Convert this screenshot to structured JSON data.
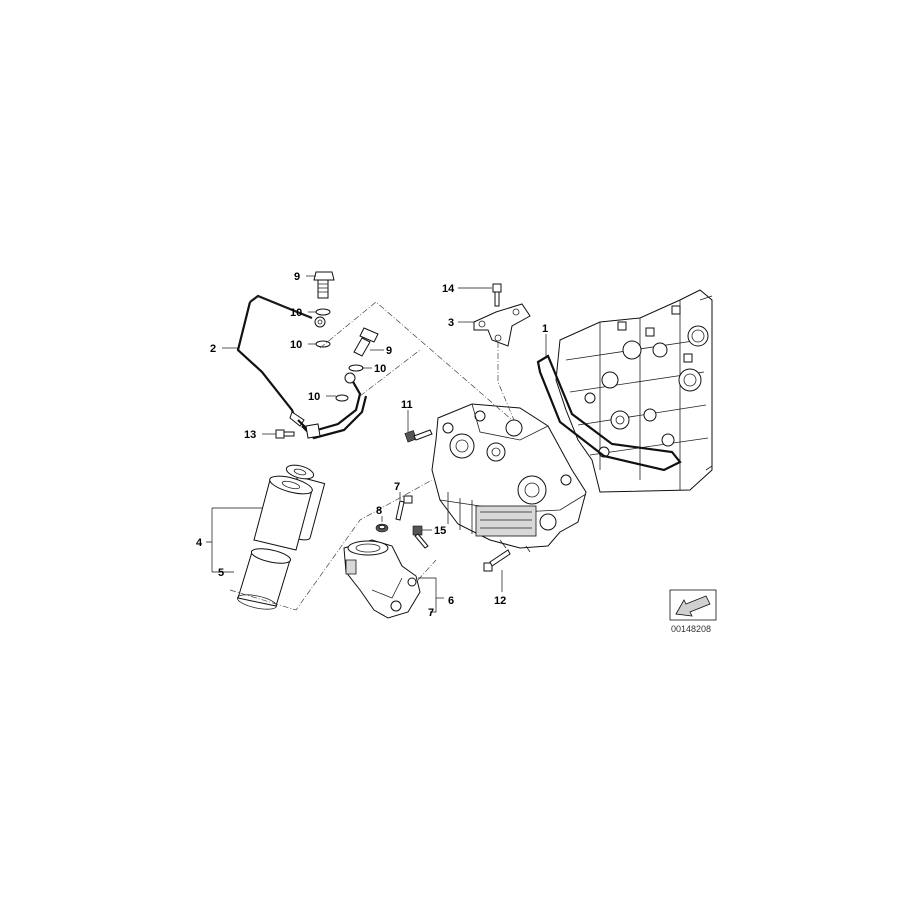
{
  "labels": {
    "l1": "1",
    "l2": "2",
    "l3": "3",
    "l4": "4",
    "l5": "5",
    "l6": "6",
    "l7a": "7",
    "l7b": "7",
    "l8": "8",
    "l9a": "9",
    "l9b": "9",
    "l10a": "10",
    "l10b": "10",
    "l10c": "10",
    "l10d": "10",
    "l11": "11",
    "l12": "12",
    "l13": "13",
    "l14": "14",
    "l15": "15"
  },
  "reference_number": "00148208"
}
